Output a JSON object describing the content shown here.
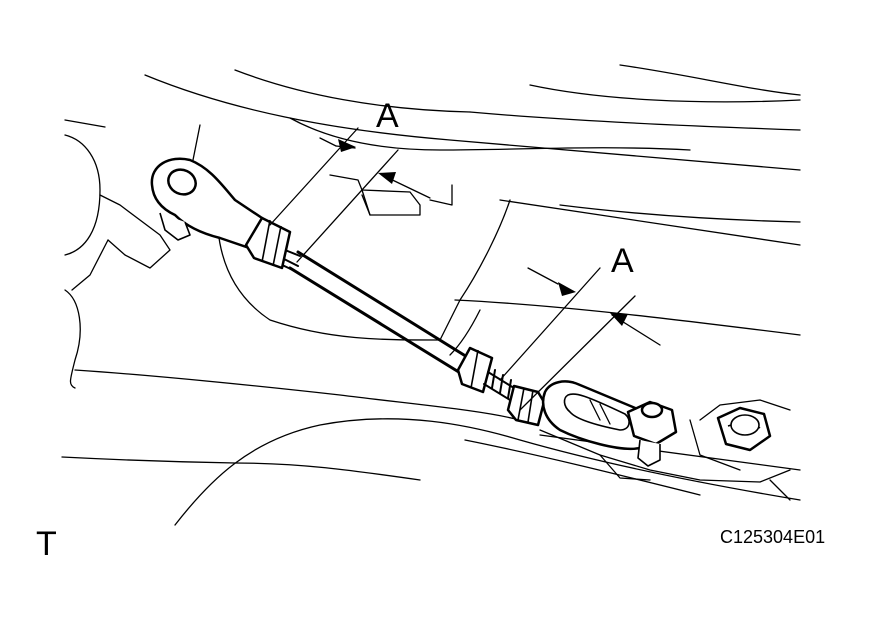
{
  "diagram": {
    "dimension_label_upper": "A",
    "dimension_label_lower": "A",
    "corner_mark": "T",
    "figure_code": "C125304E01"
  }
}
